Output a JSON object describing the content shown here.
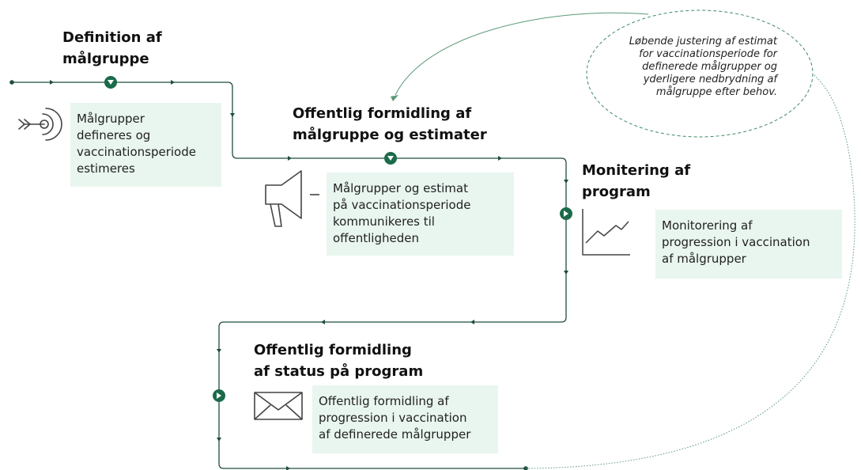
{
  "stages": [
    {
      "id": "definition",
      "title_line1": "Definition af",
      "title_line2": "målgruppe",
      "icon": "target-arrow-icon",
      "description_lines": [
        "Målgrupper",
        "defineres og",
        "vaccinationsperiode",
        "estimeres"
      ]
    },
    {
      "id": "public-communication",
      "title_line1": "Offentlig formidling af",
      "title_line2": "målgruppe og estimater",
      "icon": "megaphone-icon",
      "description_lines": [
        "Målgrupper og estimat",
        "på vaccinationsperiode",
        "kommunikeres til",
        "offentligheden"
      ]
    },
    {
      "id": "monitoring",
      "title_line1": "Monitering af",
      "title_line2": "program",
      "icon": "line-chart-icon",
      "description_lines": [
        "Monitorering af",
        "progression i vaccination",
        "af målgrupper"
      ]
    },
    {
      "id": "status-communication",
      "title_line1": "Offentlig formidling",
      "title_line2": "af status på program",
      "icon": "envelope-icon",
      "description_lines": [
        "Offentlig formidling af",
        "progression i vaccination",
        "af definerede målgrupper"
      ]
    }
  ],
  "feedback_note": {
    "lines": [
      "Løbende justering af estimat",
      "for vaccinationsperiode for",
      "definerede målgrupper og",
      "yderligere nedbrydning af",
      "målgruppe efter behov."
    ]
  },
  "colors": {
    "flow_line": "#1f4d3d",
    "marker": "#1b6b4a",
    "box_fill": "#e9f6ef",
    "dashed": "#3f8a63",
    "icon": "#444444"
  }
}
